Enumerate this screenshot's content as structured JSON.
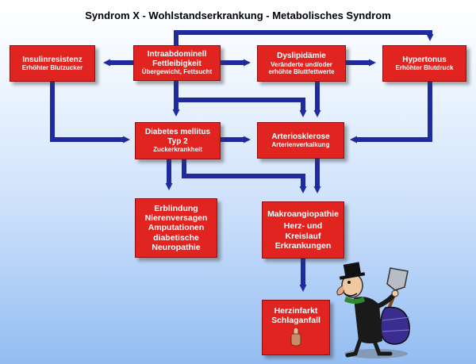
{
  "title": "Syndrom X - Wohlstandserkrankung - Metabolisches Syndrom",
  "colors": {
    "box": "#e22420",
    "arrow": "#1f2a9e",
    "background_top": "#ffffff",
    "background_bottom": "#93bdf2"
  },
  "nodes": {
    "insulinresistenz": {
      "title": "Insulinresistenz",
      "sub": "Erhöhter Blutzucker"
    },
    "adipositas": {
      "title": "Intraabdominell Fettleibigkeit",
      "sub": "Übergewicht, Fettsucht"
    },
    "dyslipidaemie": {
      "title": "Dyslipidämie",
      "sub": "Veränderte und/oder erhöhte Bluttfettwerte"
    },
    "hypertonus": {
      "title": "Hypertonus",
      "sub": "Erhöhter Blutdruck"
    },
    "diabetes": {
      "title": "Diabetes mellitus Typ 2",
      "sub": "Zuckerkrankheit"
    },
    "arteriosklerose": {
      "title": "Arteriosklerose",
      "sub": "Arterienverkalkung"
    },
    "folgen_diabetes": {
      "lines": [
        "Erblindung",
        "Nierenversagen",
        "Amputationen",
        "diabetische",
        "Neuropathie"
      ]
    },
    "makroangiopathie": {
      "title": "Makroangiopathie",
      "lines": [
        "Herz- und",
        "Kreislauf",
        "Erkrankungen"
      ]
    },
    "herzinfarkt": {
      "lines": [
        "Herzinfarkt",
        "Schlaganfall"
      ]
    }
  },
  "edges": [
    [
      "adipositas",
      "insulinresistenz"
    ],
    [
      "adipositas",
      "dyslipidaemie"
    ],
    [
      "dyslipidaemie",
      "hypertonus"
    ],
    [
      "adipositas",
      "hypertonus"
    ],
    [
      "adipositas",
      "arteriosklerose"
    ],
    [
      "dyslipidaemie",
      "arteriosklerose"
    ],
    [
      "hypertonus",
      "arteriosklerose"
    ],
    [
      "insulinresistenz",
      "diabetes"
    ],
    [
      "adipositas",
      "diabetes"
    ],
    [
      "diabetes",
      "arteriosklerose"
    ],
    [
      "diabetes",
      "folgen_diabetes"
    ],
    [
      "diabetes",
      "makroangiopathie"
    ],
    [
      "arteriosklerose",
      "makroangiopathie"
    ],
    [
      "makroangiopathie",
      "herzinfarkt"
    ]
  ],
  "icons": {
    "figure": "grim-reaper-with-spade-cartoon",
    "illustration": "pointing-finger-icon"
  }
}
